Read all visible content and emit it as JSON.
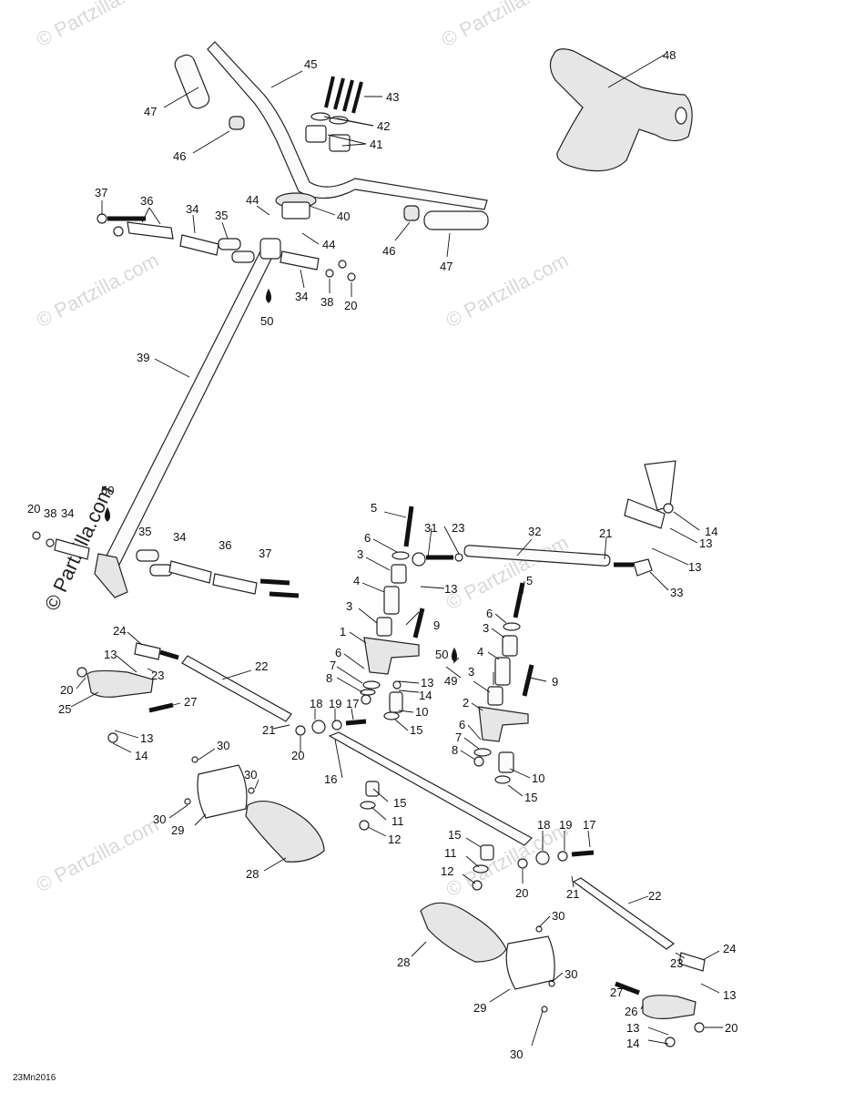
{
  "diagram_code": "23Mn2016",
  "watermark": "© Partzilla.com",
  "callouts": [
    "1",
    "2",
    "3",
    "4",
    "5",
    "6",
    "7",
    "8",
    "9",
    "10",
    "11",
    "12",
    "13",
    "14",
    "15",
    "16",
    "17",
    "18",
    "19",
    "20",
    "21",
    "22",
    "23",
    "24",
    "25",
    "26",
    "27",
    "28",
    "29",
    "30",
    "31",
    "32",
    "33",
    "34",
    "35",
    "36",
    "37",
    "38",
    "39",
    "40",
    "41",
    "42",
    "43",
    "44",
    "45",
    "46",
    "47",
    "48",
    "49",
    "50"
  ]
}
